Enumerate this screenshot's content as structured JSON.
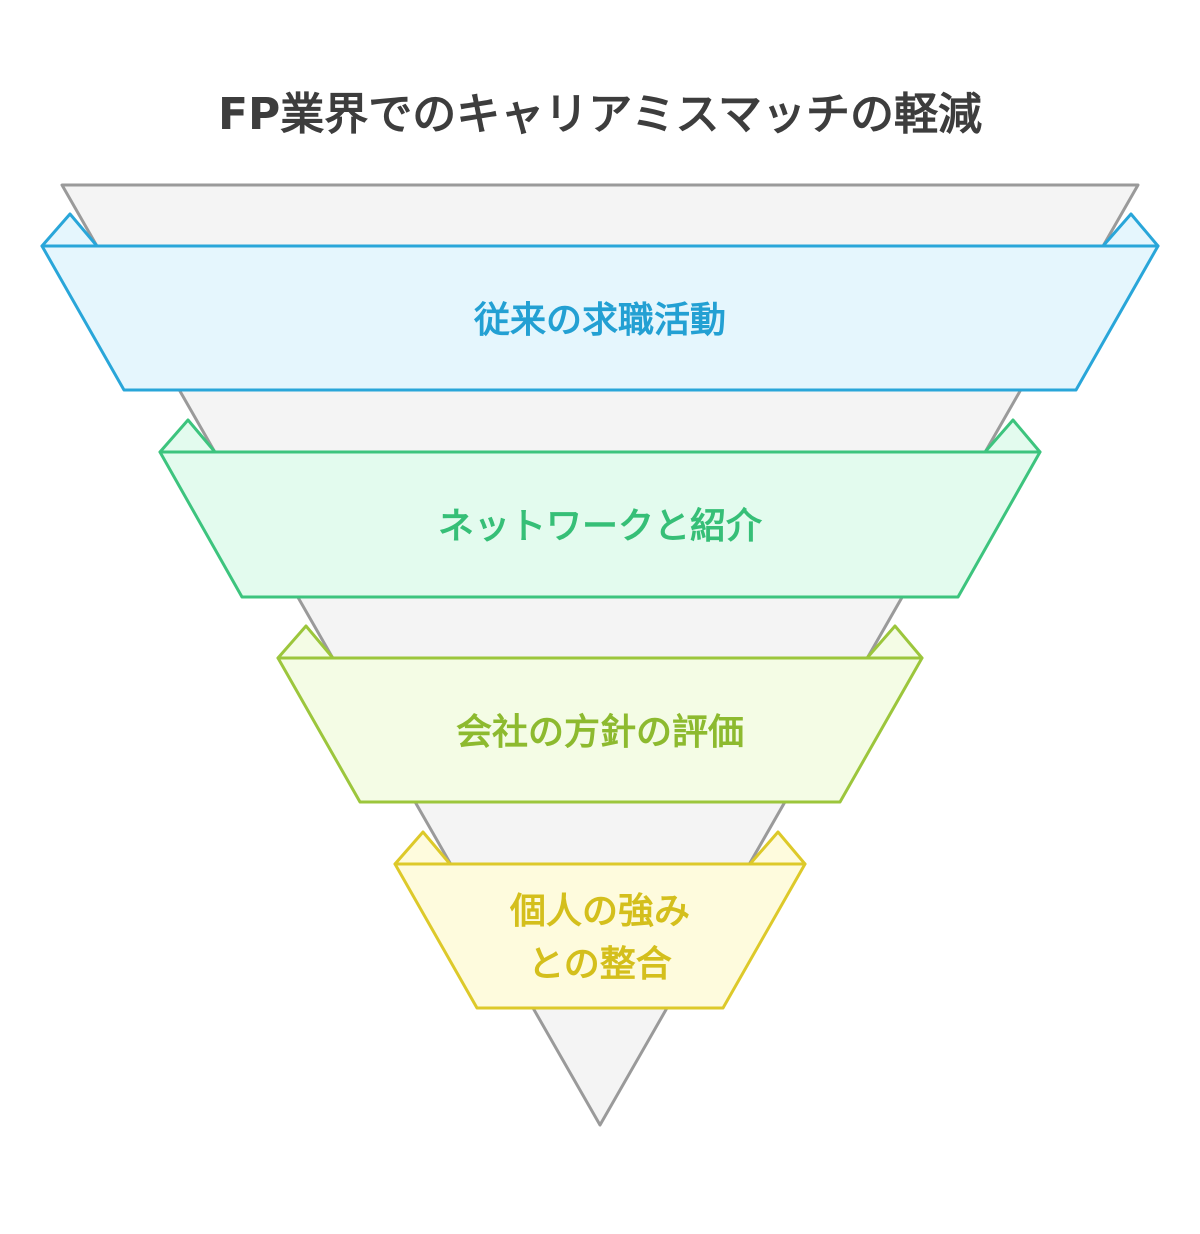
{
  "title": "FP業界でのキャリアミスマッチの軽減",
  "funnel": {
    "fill": "#f4f4f4",
    "stroke": "#9a9a9a"
  },
  "levels": [
    {
      "label": "従来の求職活動",
      "fill": "#e5f6fd",
      "stroke": "#29a6d9",
      "text_color": "#23a0d3"
    },
    {
      "label": "ネットワークと紹介",
      "fill": "#e3fbee",
      "stroke": "#3dc47e",
      "text_color": "#36bf77"
    },
    {
      "label": "会社の方針の評価",
      "fill": "#f4fce5",
      "stroke": "#9cc63c",
      "text_color": "#8dba2f"
    },
    {
      "label": "個人の強み",
      "label2": "との整合",
      "fill": "#fefbdd",
      "stroke": "#ddc92a",
      "text_color": "#d4bf1c"
    }
  ]
}
